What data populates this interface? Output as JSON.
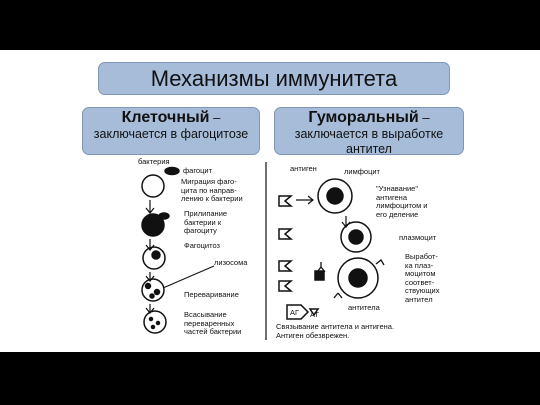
{
  "title": "Механизмы иммунитета",
  "cellular": {
    "heading": "Клеточный",
    "dash": " –",
    "desc": "заключается в фагоцитозе"
  },
  "humoral": {
    "heading": "Гуморальный",
    "dash": " –",
    "desc": "заключается в выработке антител"
  },
  "left_labels": {
    "bacteria": "бактерия",
    "phagocyte": "фагоцит",
    "migration": "Миграция фаго-\nцита по направ-\nлению к бактерии",
    "adhesion": "Прилипание\nбактерии к\nфагоциту",
    "phagocytosis": "Фагоцитоз",
    "lysosome": "лизосома",
    "digestion": "Переваривание",
    "absorption": "Всасывание\nпереваренных\nчастей бактерии"
  },
  "right_labels": {
    "antigen": "антиген",
    "lymphocyte": "лимфоцит",
    "recognition": "\"Узнавание\"\nантигена\nлимфоцитом и\nего деление",
    "plasmocyte": "плазмоцит",
    "production": "Выработ-\nка плаз-\nмоцитом\nсоответ-\nствующих\nантител",
    "antibody": "антитела",
    "binding": "Связывание антитела и антигена.\nАнтиген обезврежен.",
    "ag": "АГ",
    "at": "АТ"
  }
}
